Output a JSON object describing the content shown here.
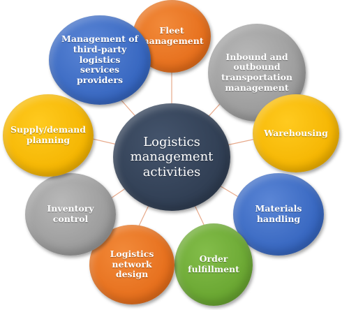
{
  "diagram": {
    "center_label": "Logistics management activities",
    "activities": [
      {
        "id": "fleet",
        "label": "Fleet management",
        "color": "#e56d1a"
      },
      {
        "id": "inbound",
        "label": "Inbound and outbound transportation management",
        "color": "#999999"
      },
      {
        "id": "warehouse",
        "label": "Warehousing",
        "color": "#f4b400"
      },
      {
        "id": "materials",
        "label": "Materials handling",
        "color": "#3565bf"
      },
      {
        "id": "order",
        "label": "Order fulfillment",
        "color": "#68a530"
      },
      {
        "id": "network",
        "label": "Logistics network design",
        "color": "#e56d1a"
      },
      {
        "id": "inventory",
        "label": "Inventory control",
        "color": "#999999"
      },
      {
        "id": "supply",
        "label": "Supply/demand planning",
        "color": "#f4b400"
      },
      {
        "id": "thirdparty",
        "label": "Management of third-party logistics services providers",
        "color": "#3565bf"
      }
    ],
    "center_color": "#2f3d52",
    "connector_color": "#e7a98a"
  }
}
